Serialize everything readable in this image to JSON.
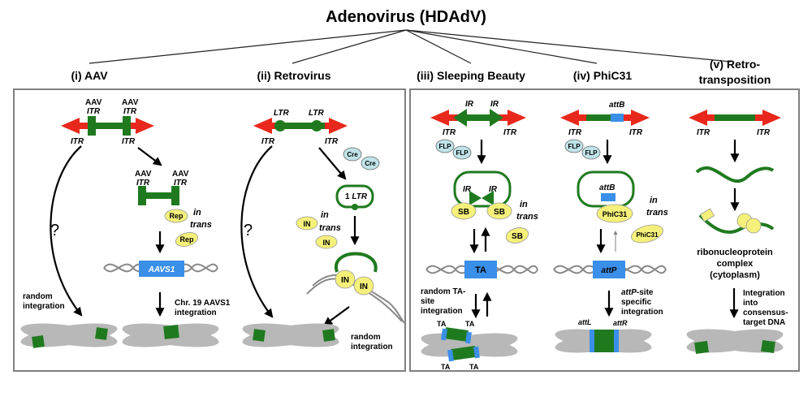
{
  "title": "Adenovirus (HDAdV)",
  "colors": {
    "dna_green": "#1f7a1f",
    "itr_red": "#e8281c",
    "site_blue": "#3a8fe8",
    "protein_yellow": "#f5f07a",
    "recombinase_teal": "#bfe3e8",
    "chromosome_gray": "#b8b8b8",
    "panel_border": "#808080"
  },
  "panels": [
    {
      "heading": "(i) AAV",
      "aav_label": "AAV",
      "itr": "ITR",
      "rep": "Rep",
      "in_trans_1": "in",
      "in_trans_2": "trans",
      "target_site": "AAVS1",
      "question": "?",
      "random_1": "random",
      "random_2": "integration",
      "chr19_1": "Chr. 19 AAVS1",
      "chr19_2": "integration"
    },
    {
      "heading": "(ii) Retrovirus",
      "ltr": "LTR",
      "itr": "ITR",
      "cre": "Cre",
      "one_ltr": "1",
      "integrase": "IN",
      "in_trans_1": "in",
      "in_trans_2": "trans",
      "question": "?",
      "random_1": "random",
      "random_2": "integration"
    },
    {
      "heading": "(iii) Sleeping Beauty",
      "ir": "IR",
      "itr": "ITR",
      "flp": "FLP",
      "sb": "SB",
      "in_trans_1": "in",
      "in_trans_2": "trans",
      "ta": "TA",
      "random_1": "random TA-",
      "random_2": "site",
      "random_3": "integration"
    },
    {
      "heading": "(iv) PhiC31",
      "attb": "attB",
      "itr": "ITR",
      "flp": "FLP",
      "phic31": "PhiC31",
      "in_trans_1": "in",
      "in_trans_2": "trans",
      "attp": "attP",
      "attp_1": "-site",
      "attp_2": "specific",
      "attp_3": "integration",
      "attl": "attL",
      "attr": "attR"
    },
    {
      "heading_1": "(v) Retro-",
      "heading_2": "transposition",
      "itr": "ITR",
      "rnp_1": "ribonucleoprotein",
      "rnp_2": "complex",
      "rnp_3": "(cytoplasm)",
      "int_1": "Integration",
      "int_2": "into",
      "int_3": "consensus-",
      "int_4": "target DNA"
    }
  ]
}
